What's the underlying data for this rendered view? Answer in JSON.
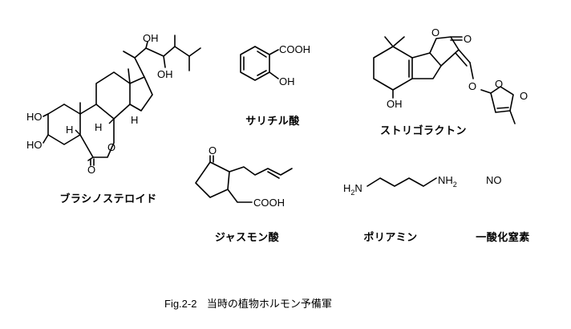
{
  "figure": {
    "number": "Fig.2-2",
    "title": "当時の植物ホルモン予備軍"
  },
  "compounds": [
    {
      "id": "brassinosteroid",
      "name": "ブラシノステロイド",
      "labels": {
        "oh_a": "OH",
        "oh_b": "OH",
        "ho_a": "HO",
        "ho_b": "HO",
        "h_a": "H",
        "h_b": "H",
        "h_c": "H",
        "o_ring": "O",
        "o_carbonyl": "O"
      }
    },
    {
      "id": "salicylic-acid",
      "name": "サリチル酸",
      "labels": {
        "cooh": "COOH",
        "oh": "OH"
      }
    },
    {
      "id": "strigolactone",
      "name": "ストリゴラクトン",
      "labels": {
        "o_lactone": "O",
        "o_carbonyl": "O",
        "o_ether": "O",
        "o_butenolide": "O",
        "o_butenolide_carbonyl": "O",
        "oh": "OH"
      }
    },
    {
      "id": "jasmonic-acid",
      "name": "ジャスモン酸",
      "labels": {
        "o_ketone": "O",
        "cooh": "COOH"
      }
    },
    {
      "id": "polyamine",
      "name": "ポリアミン",
      "labels": {
        "h2n": "H",
        "h2n_sub": "2",
        "h2n_n": "N",
        "nh2_n": "NH",
        "nh2_sub": "2"
      }
    },
    {
      "id": "nitric-oxide",
      "name": "一酸化窒素",
      "labels": {
        "formula": "NO"
      }
    }
  ]
}
